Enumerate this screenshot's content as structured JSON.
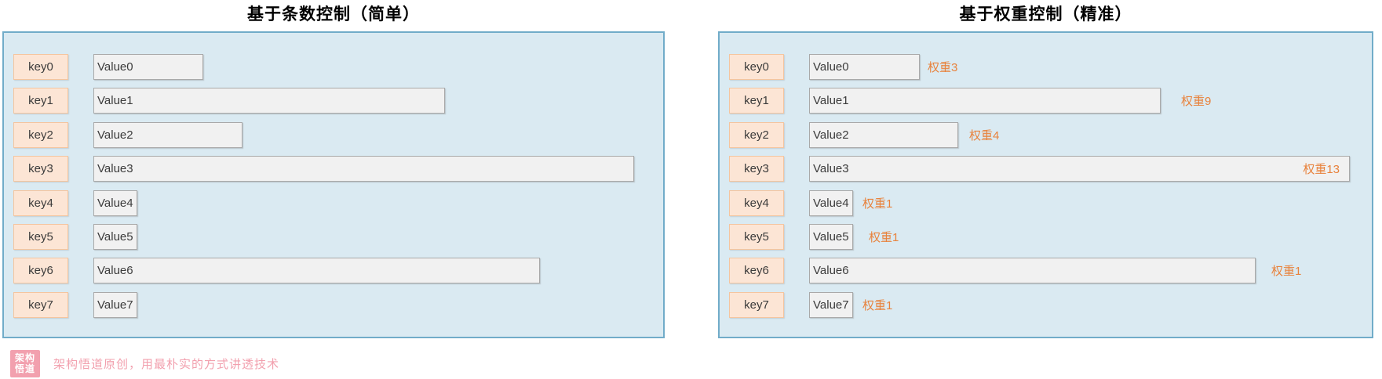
{
  "panels": [
    {
      "id": "count-based",
      "title": "基于条数控制（简单）",
      "rows": [
        {
          "key": "key0",
          "value": "Value0",
          "value_width": 140
        },
        {
          "key": "key1",
          "value": "Value1",
          "value_width": 448
        },
        {
          "key": "key2",
          "value": "Value2",
          "value_width": 190
        },
        {
          "key": "key3",
          "value": "Value3",
          "value_width": 689
        },
        {
          "key": "key4",
          "value": "Value4",
          "value_width": 56
        },
        {
          "key": "key5",
          "value": "Value5",
          "value_width": 56
        },
        {
          "key": "key6",
          "value": "Value6",
          "value_width": 569
        },
        {
          "key": "key7",
          "value": "Value7",
          "value_width": 56
        }
      ]
    },
    {
      "id": "weight-based",
      "title": "基于权重控制（精准）",
      "rows": [
        {
          "key": "key0",
          "value": "Value0",
          "value_width": 141,
          "weight_label": "权重3",
          "weight_value": 3,
          "weight_placement": "outside",
          "weight_gap": 10
        },
        {
          "key": "key1",
          "value": "Value1",
          "value_width": 448,
          "weight_label": "权重9",
          "weight_value": 9,
          "weight_placement": "outside",
          "weight_gap": 26
        },
        {
          "key": "key2",
          "value": "Value2",
          "value_width": 190,
          "weight_label": "权重4",
          "weight_value": 4,
          "weight_placement": "outside",
          "weight_gap": 14
        },
        {
          "key": "key3",
          "value": "Value3",
          "value_width": 689,
          "weight_label": "权重13",
          "weight_value": 13,
          "weight_placement": "inside"
        },
        {
          "key": "key4",
          "value": "Value4",
          "value_width": 56,
          "weight_label": "权重1",
          "weight_value": 1,
          "weight_placement": "outside",
          "weight_gap": 12
        },
        {
          "key": "key5",
          "value": "Value5",
          "value_width": 56,
          "weight_label": "权重1",
          "weight_value": 1,
          "weight_placement": "outside",
          "weight_gap": 20
        },
        {
          "key": "key6",
          "value": "Value6",
          "value_width": 569,
          "weight_label": "权重1",
          "weight_value": 1,
          "weight_placement": "outside",
          "weight_gap": 20
        },
        {
          "key": "key7",
          "value": "Value7",
          "value_width": 56,
          "weight_label": "权重1",
          "weight_value": 1,
          "weight_placement": "outside",
          "weight_gap": 12
        }
      ]
    }
  ],
  "footer": {
    "logo_line1": "架构",
    "logo_line2": "悟道",
    "tagline": "架构悟道原创，用最朴实的方式讲透技术"
  },
  "colors": {
    "panel_fill": "#DAEAF2",
    "panel_border": "#71ACC9",
    "key_fill": "#FCE5D5",
    "key_border": "#F4C59F",
    "value_fill": "#F1F1F1",
    "value_border": "#A9A9A9",
    "weight_text": "#E8823C",
    "brand_pink": "#F2A0AE"
  }
}
